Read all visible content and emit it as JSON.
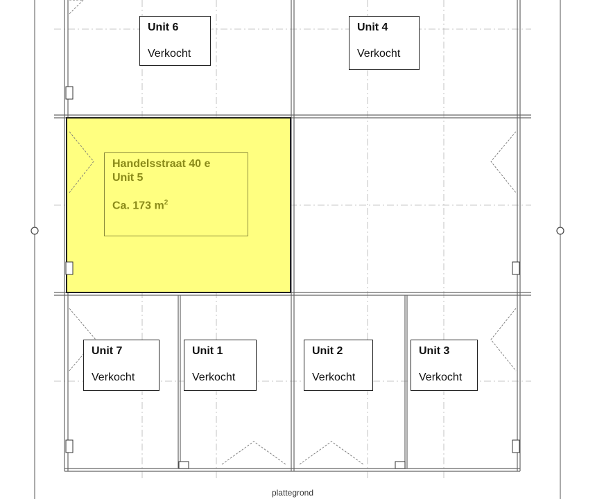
{
  "highlight_color": "#ffff80",
  "caption": "plattegrond",
  "units": [
    {
      "id": "unit-6",
      "title": "Unit 6",
      "status": "Verkocht"
    },
    {
      "id": "unit-4",
      "title": "Unit 4",
      "status": "Verkocht"
    },
    {
      "id": "unit-7",
      "title": "Unit 7",
      "status": "Verkocht"
    },
    {
      "id": "unit-1",
      "title": "Unit 1",
      "status": "Verkocht"
    },
    {
      "id": "unit-2",
      "title": "Unit 2",
      "status": "Verkocht"
    },
    {
      "id": "unit-3",
      "title": "Unit 3",
      "status": "Verkocht"
    }
  ],
  "highlight": {
    "address": "Handelsstraat 40 e",
    "unit": "Unit 5",
    "area": "Ca. 173 m",
    "area_sup": "2"
  }
}
